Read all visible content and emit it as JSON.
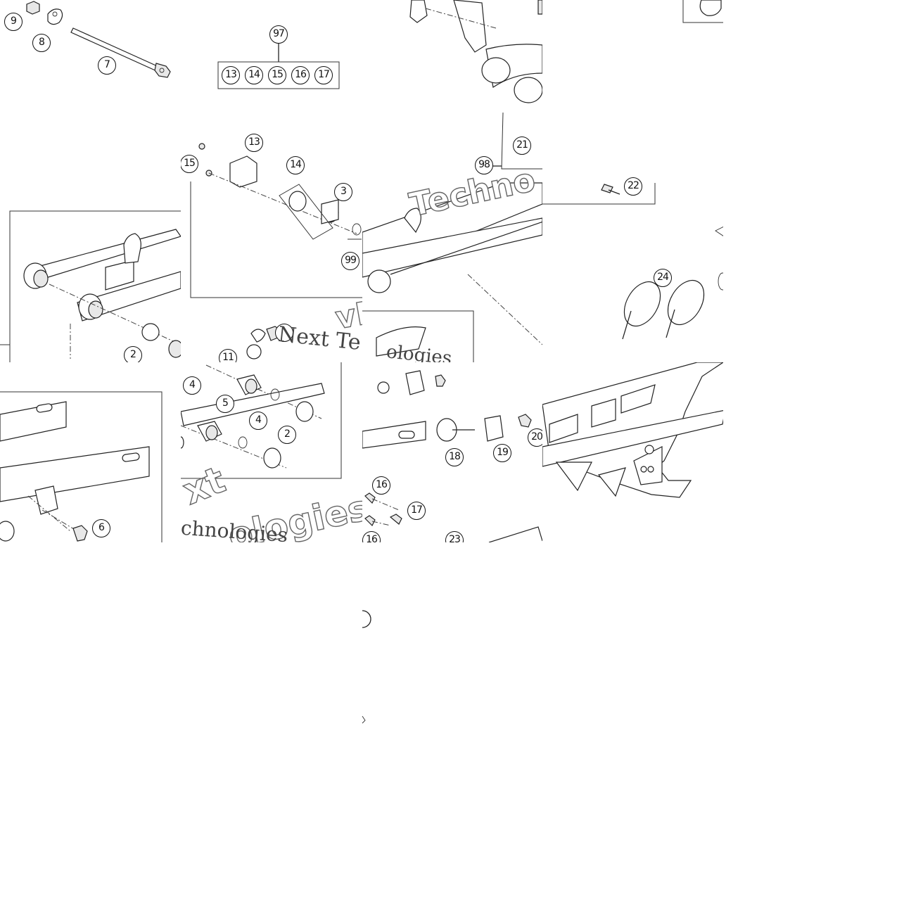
{
  "diagram": {
    "callouts": {
      "c1": "1",
      "c2": "2",
      "c3": "3",
      "c4": "4",
      "c5": "5",
      "c6": "6",
      "c7": "7",
      "c8": "8",
      "c9": "9",
      "c11": "11",
      "c13": "13",
      "c14": "14",
      "c15": "15",
      "c16": "16",
      "c17": "17",
      "c18": "18",
      "c19": "19",
      "c20": "20",
      "c21": "21",
      "c22": "22",
      "c23": "23",
      "c24": "24",
      "c97": "97",
      "c98": "98",
      "c99": "99"
    },
    "kit97": [
      "13",
      "14",
      "15",
      "16",
      "17"
    ],
    "watermarks": {
      "techno": "Techno",
      "next_te": "Next Te",
      "vn": "vN",
      "chnologies": "chnologies",
      "ologies_outline": "ologies",
      "xt_outline": "xt",
      "ogies": "ologies"
    }
  }
}
